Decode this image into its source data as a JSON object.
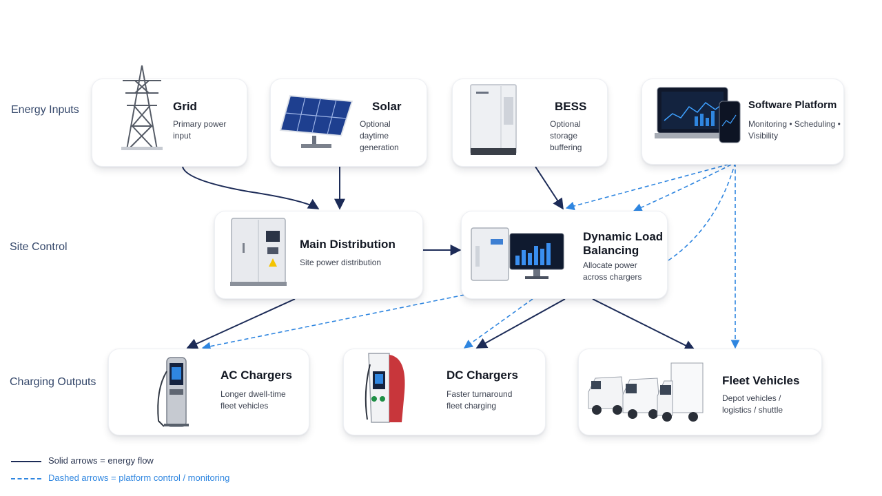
{
  "rows": {
    "energy_inputs": "Energy Inputs",
    "site_control": "Site Control",
    "charging_outputs": "Charging Outputs"
  },
  "nodes": {
    "grid": {
      "title": "Grid",
      "desc": "Primary power input"
    },
    "solar": {
      "title": "Solar",
      "desc": "Optional daytime generation"
    },
    "bess": {
      "title": "BESS",
      "desc": "Optional storage buffering"
    },
    "software": {
      "title": "Software Platform",
      "desc": "Monitoring • Scheduling • Visibility"
    },
    "main_dist": {
      "title": "Main Distribution",
      "desc": "Site power distribution"
    },
    "dlb": {
      "title": "Dynamic Load Balancing",
      "desc": "Allocate power across chargers"
    },
    "ac": {
      "title": "AC Chargers",
      "desc": "Longer dwell-time fleet vehicles"
    },
    "dc": {
      "title": "DC Chargers",
      "desc": "Faster turnaround fleet charging"
    },
    "fleet": {
      "title": "Fleet Vehicles",
      "desc": "Depot vehicles / logistics / shuttle"
    }
  },
  "legend": {
    "solid": "Solid arrows = energy flow",
    "dashed": "Dashed arrows = platform control / monitoring"
  },
  "colors": {
    "energy_flow": "#1c2b57",
    "control_flow": "#2f86e0",
    "row_label": "#34476a"
  },
  "icons": {
    "grid": "transmission-tower-icon",
    "solar": "solar-panel-icon",
    "bess": "battery-storage-cabinet-icon",
    "software": "laptop-phone-dashboard-icon",
    "main_dist": "distribution-cabinet-icon",
    "dlb": "load-balancer-monitor-icon",
    "ac": "ac-charger-icon",
    "dc": "dc-charger-icon",
    "fleet": "vans-icon"
  }
}
